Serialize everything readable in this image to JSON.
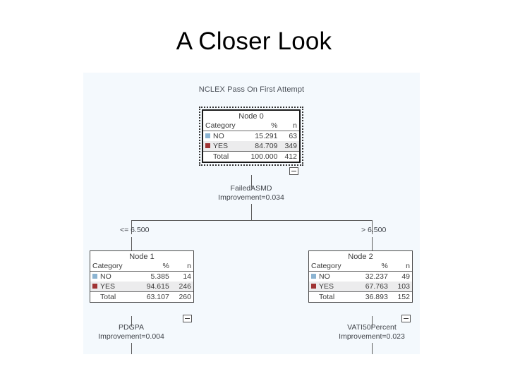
{
  "slide": {
    "title": "A Closer Look"
  },
  "tree": {
    "caption": "NCLEX Pass On First Attempt",
    "columns": {
      "category": "Category",
      "percent": "%",
      "n": "n"
    },
    "legend": {
      "no_color": "#8cb4d2",
      "yes_color": "#a03434"
    },
    "nodes": [
      {
        "id": "node-0",
        "title": "Node 0",
        "rows": [
          {
            "label": "NO",
            "pct": "15.291",
            "n": "63"
          },
          {
            "label": "YES",
            "pct": "84.709",
            "n": "349"
          }
        ],
        "total": {
          "label": "Total",
          "pct": "100.000",
          "n": "412"
        }
      },
      {
        "id": "node-1",
        "title": "Node 1",
        "rows": [
          {
            "label": "NO",
            "pct": "5.385",
            "n": "14"
          },
          {
            "label": "YES",
            "pct": "94.615",
            "n": "246"
          }
        ],
        "total": {
          "label": "Total",
          "pct": "63.107",
          "n": "260"
        }
      },
      {
        "id": "node-2",
        "title": "Node 2",
        "rows": [
          {
            "label": "NO",
            "pct": "32.237",
            "n": "49"
          },
          {
            "label": "YES",
            "pct": "67.763",
            "n": "103"
          }
        ],
        "total": {
          "label": "Total",
          "pct": "36.893",
          "n": "152"
        }
      }
    ],
    "splits": [
      {
        "id": "split-root",
        "variable": "FailedASMD",
        "improvement": "Improvement=0.034"
      },
      {
        "id": "split-node1",
        "variable": "PDGPA",
        "improvement": "Improvement=0.004"
      },
      {
        "id": "split-node2",
        "variable": "VATI50Percent",
        "improvement": "Improvement=0.023"
      }
    ],
    "branches": [
      {
        "id": "branch-left",
        "label": "<= 6.500"
      },
      {
        "id": "branch-right",
        "label": "> 6.500"
      }
    ],
    "collapse_icon": "minus-icon"
  }
}
